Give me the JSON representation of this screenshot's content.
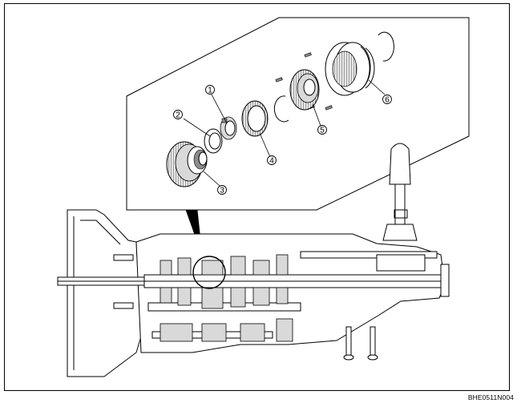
{
  "figure_code": "BHE0511N004",
  "callouts": [
    "1",
    "2",
    "3",
    "4",
    "5",
    "6"
  ]
}
